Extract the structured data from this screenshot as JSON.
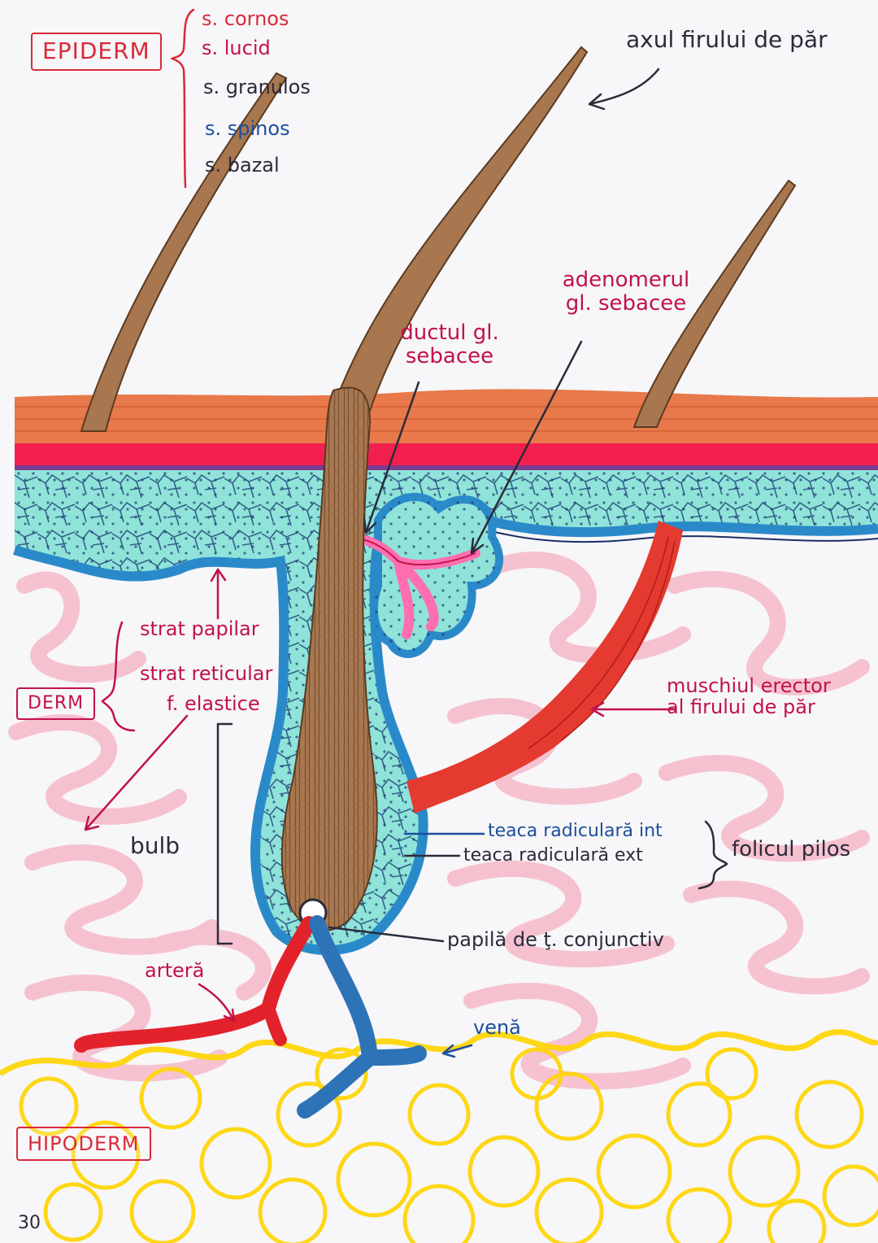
{
  "labels": {
    "epiderm": "EPIDERM",
    "epiderm_layers": [
      "s. cornos",
      "s. lucid",
      "s. granulos",
      "s. spinos",
      "s. bazal"
    ],
    "hair_shaft": "axul firului de păr",
    "sebaceous_gland": "adenomerul gl. sebacee",
    "sebaceous_duct": "ductul gl. sebacee",
    "derm": "DERM",
    "derm_layers": [
      "strat papilar",
      "strat reticular",
      "f. elastice"
    ],
    "erector_muscle": "muschiul erector al firului de păr",
    "bulb": "bulb",
    "inner_root_sheath": "teaca radiculară int",
    "outer_root_sheath": "teaca radiculară ext",
    "follicle": "folicul pilos",
    "papilla": "papilă de ţ. conjunctiv",
    "artery": "arteră",
    "vein": "venă",
    "hypoderm": "HIPODERM",
    "page_number": "30"
  },
  "colors": {
    "stratum_corneum": "#e8794a",
    "stratum_basale": "#f21f4e",
    "epidermis_cells": "#8fe3d9",
    "dermis_fibers": "#f6b8c8",
    "hair": "#a8774f",
    "sebaceous": "#ff6fb0",
    "muscle": "#e53a2f",
    "artery": "#e3222c",
    "vein": "#2d73b8",
    "hypodermis_fat": "#ffd60a"
  }
}
